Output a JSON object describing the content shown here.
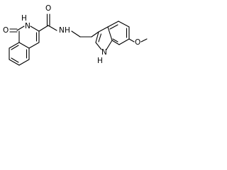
{
  "molecule": {
    "atom_labels": {
      "carbonyl_oxygen_left": "O",
      "lactam_nh": "N",
      "lactam_h": "H",
      "amide_oxygen": "O",
      "amide_nh": "N",
      "amide_h": "H",
      "indole_n": "N",
      "indole_h": "H",
      "ether_oxygen": "O"
    },
    "colors": {
      "bond": "#000000",
      "label": "#000000",
      "background": "#ffffff"
    }
  }
}
